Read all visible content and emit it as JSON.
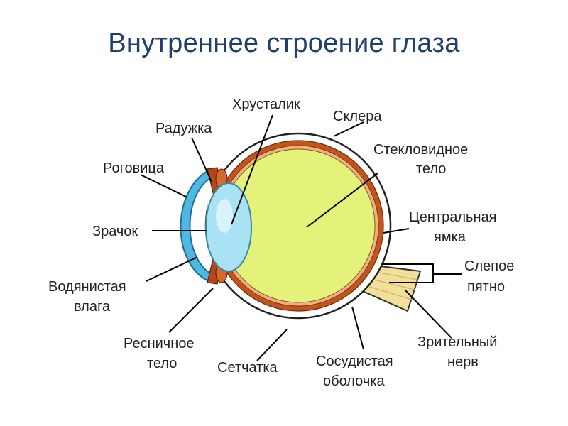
{
  "title": "Внутреннее строение глаза",
  "colors": {
    "title": "#1f3f6e",
    "sclera": "#ffffff",
    "choroid": "#c2541c",
    "vitreous": "#e5f27a",
    "lens": "#a9e2f5",
    "cornea": "#4fb8e0",
    "optic_nerve": "#f2df9a"
  },
  "labels": {
    "lens": "Хрусталик",
    "iris": "Радужка",
    "sclera": "Склера",
    "vitreous_1": "Стекловидное",
    "vitreous_2": "тело",
    "cornea": "Роговица",
    "pupil": "Зрачок",
    "fovea_1": "Центральная",
    "fovea_2": "ямка",
    "blind_spot_1": "Слепое",
    "blind_spot_2": "пятно",
    "aqueous_1": "Водянистая",
    "aqueous_2": "влага",
    "ciliary_1": "Ресничное",
    "ciliary_2": "тело",
    "retina": "Сетчатка",
    "choroid_1": "Сосудистая",
    "choroid_2": "оболочка",
    "optic_nerve_1": "Зрительный",
    "optic_nerve_2": "нерв"
  }
}
